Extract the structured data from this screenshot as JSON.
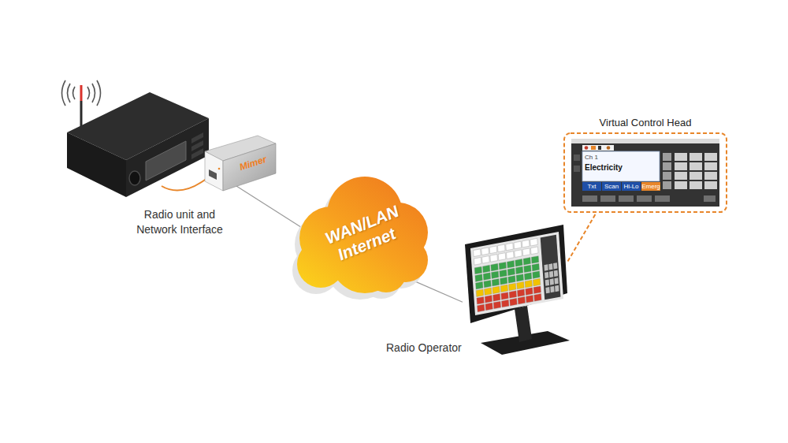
{
  "diagram": {
    "nodes": [
      {
        "text": [
          "Radio unit and Network Interface"
        ]
      },
      {
        "text": [
          "Mimer"
        ],
        "in": 0
      },
      {
        "text": [
          "WAN/LAN Internet"
        ]
      },
      {
        "text": [
          "Radio Operator"
        ]
      },
      {
        "text": [
          "Virtual Control Head"
        ]
      },
      {
        "text": [
          "Ch 1",
          "Electricity"
        ],
        "in": 4
      },
      {
        "text": [
          "Txt"
        ],
        "in": 4
      },
      {
        "text": [
          "Scan"
        ],
        "in": 4
      },
      {
        "text": [
          "Hi-Lo"
        ],
        "in": 4
      },
      {
        "text": [
          "Emerg"
        ],
        "in": 4
      }
    ],
    "edges": [
      {
        "from": 1,
        "to": 2,
        "arrow": "none"
      },
      {
        "from": 2,
        "to": 3,
        "arrow": "none"
      },
      {
        "from": 3,
        "to": 4,
        "arrow": "none"
      }
    ]
  }
}
